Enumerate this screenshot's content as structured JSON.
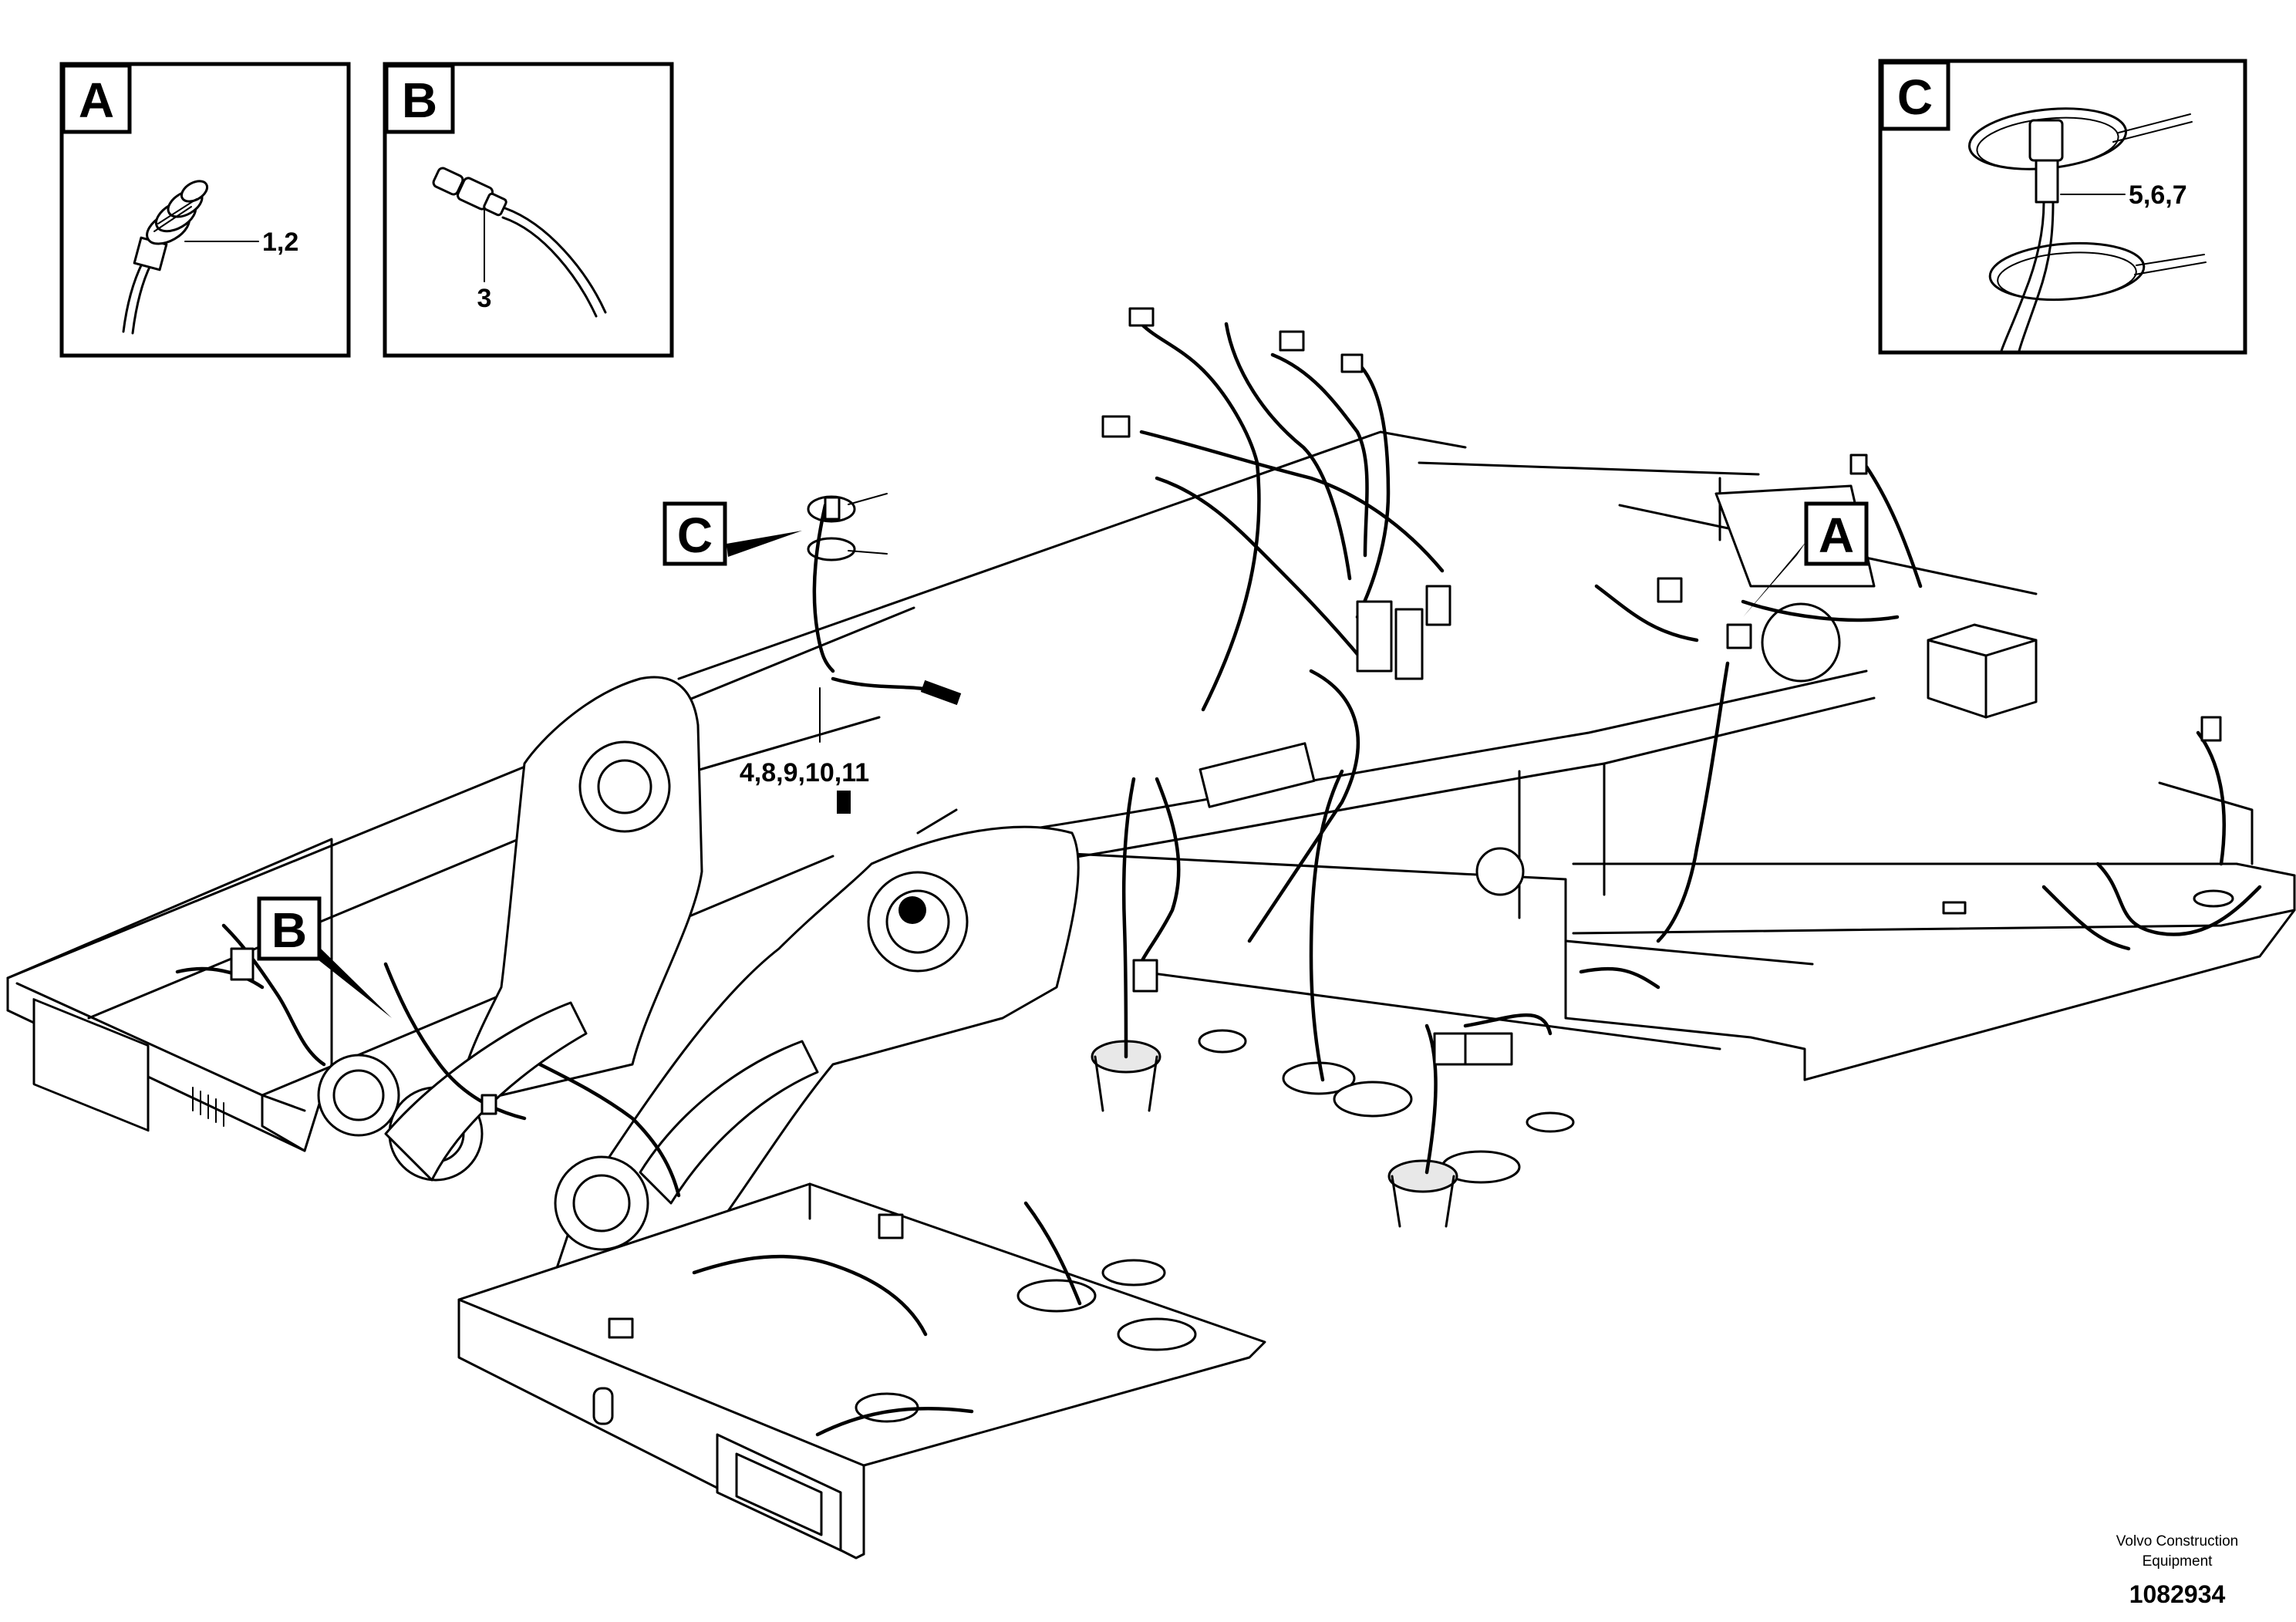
{
  "detail_views": [
    {
      "letter": "A",
      "callout": "1,2"
    },
    {
      "letter": "B",
      "callout": "3"
    },
    {
      "letter": "C",
      "callout": "5,6,7"
    }
  ],
  "main_view": {
    "markers": [
      {
        "letter": "C"
      },
      {
        "letter": "A"
      },
      {
        "letter": "B"
      }
    ],
    "callout": "4,8,9,10,11"
  },
  "footer": {
    "company_line1": "Volvo Construction",
    "company_line2": "Equipment",
    "drawing_number": "1082934"
  }
}
